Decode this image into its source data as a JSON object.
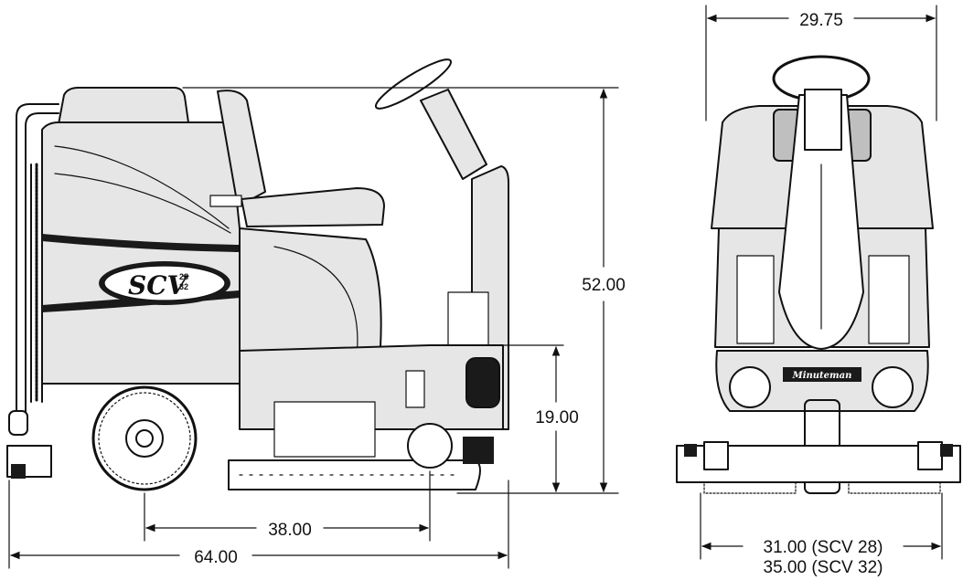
{
  "diagram": {
    "side_view": {
      "overall_length": "64.00",
      "wheelbase": "38.00",
      "overall_height": "52.00",
      "seat_height": "19.00",
      "logo_text": "SCV",
      "logo_model_top": "28",
      "logo_model_bottom": "32"
    },
    "front_view": {
      "width_top": "29.75",
      "width_bottom_line1": "31.00 (SCV 28)",
      "width_bottom_line2": "35.00 (SCV 32)",
      "badge_text": "Minuteman"
    }
  }
}
